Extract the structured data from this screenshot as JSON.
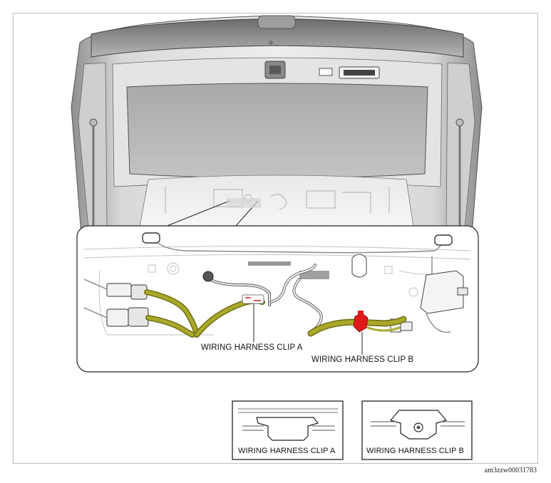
{
  "callouts": {
    "clip_a": "WIRING HARNESS CLIP A",
    "clip_b": "WIRING HARNESS CLIP B"
  },
  "detail_boxes": {
    "clip_a_caption": "WIRING HARNESS CLIP A",
    "clip_b_caption": "WIRING HARNESS CLIP B"
  },
  "figure_id": "am3zzw00031783",
  "colors": {
    "harness": "#a9a82a",
    "harness_dark": "#6f6e12",
    "clip_b": "#e01a1a",
    "clip_a_red": "#d22020",
    "body_gray": "#9c9c9c"
  }
}
